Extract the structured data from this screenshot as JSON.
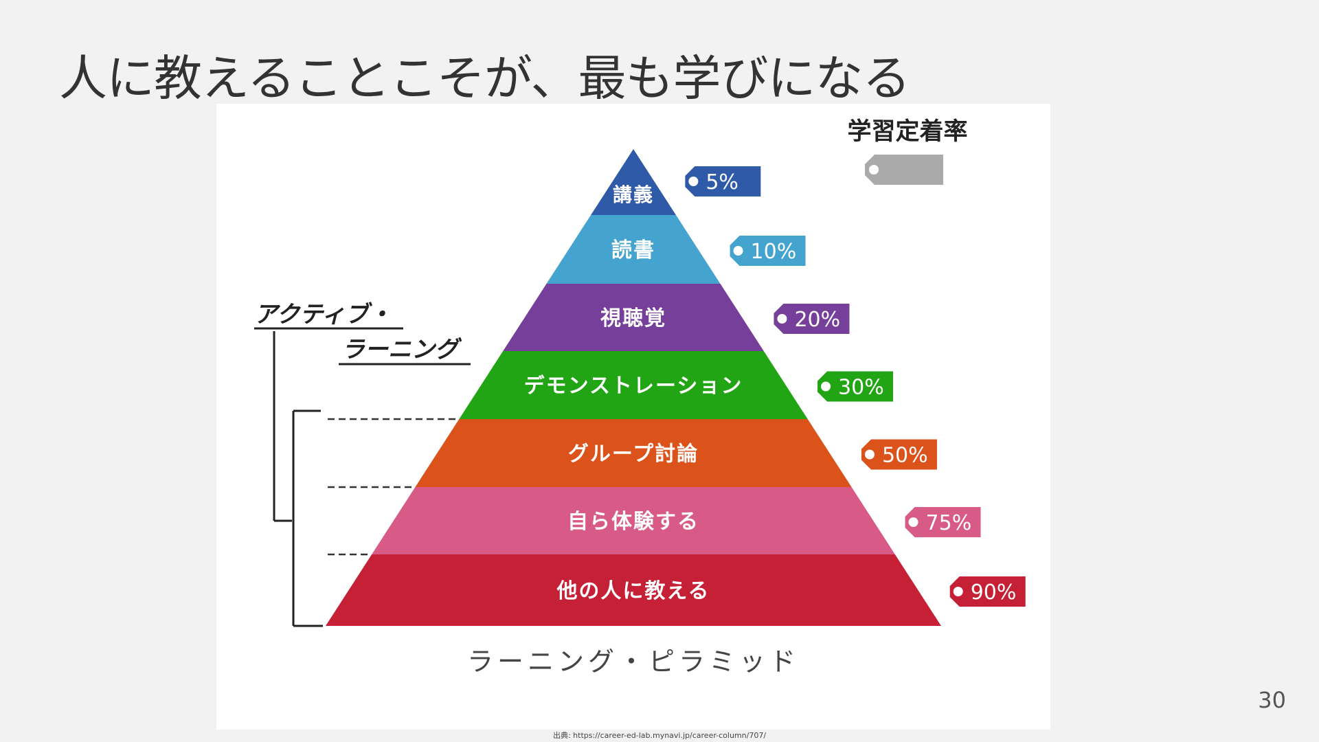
{
  "slide": {
    "title": "人に教えることこそが、最も学びになる",
    "page_number": "30",
    "source": "出典: https://career-ed-lab.mynavi.jp/career-column/707/"
  },
  "diagram": {
    "legend_title": "学習定着率",
    "legend_tag_color": "#aaaaaa",
    "bracket_label_line1": "アクティブ・",
    "bracket_label_line2": "ラーニング",
    "caption": "ラーニング・ピラミッド",
    "levels": [
      {
        "label": "講義",
        "rate": "5%",
        "color": "#2f5aa8"
      },
      {
        "label": "読書",
        "rate": "10%",
        "color": "#45a3cf"
      },
      {
        "label": "視聴覚",
        "rate": "20%",
        "color": "#76409a"
      },
      {
        "label": "デモンストレーション",
        "rate": "30%",
        "color": "#22a514"
      },
      {
        "label": "グループ討論",
        "rate": "50%",
        "color": "#dc521b"
      },
      {
        "label": "自ら体験する",
        "rate": "75%",
        "color": "#d75b86"
      },
      {
        "label": "他の人に教える",
        "rate": "90%",
        "color": "#c52035"
      }
    ]
  }
}
